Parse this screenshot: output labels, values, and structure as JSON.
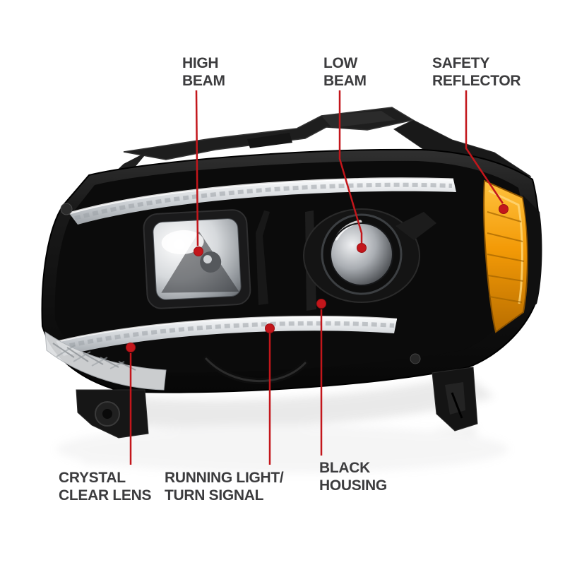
{
  "page": {
    "title": "Headlight feature callout diagram"
  },
  "colors": {
    "callout_red": "#c3161b",
    "label_text": "#3c3c3e",
    "background": "#ffffff",
    "amber_reflector": "#f39a07",
    "housing_black": "#121212",
    "chrome": "#cfd3d7"
  },
  "callouts": [
    {
      "id": "high-beam",
      "line1": "HIGH",
      "line2": "BEAM"
    },
    {
      "id": "low-beam",
      "line1": "LOW",
      "line2": "BEAM"
    },
    {
      "id": "safety-reflector",
      "line1": "SAFETY",
      "line2": "REFLECTOR"
    },
    {
      "id": "crystal-clear-lens",
      "line1": "CRYSTAL",
      "line2": "CLEAR LENS"
    },
    {
      "id": "running-light",
      "line1": "RUNNING LIGHT/",
      "line2": "TURN SIGNAL"
    },
    {
      "id": "black-housing",
      "line1": "BLACK",
      "line2": "HOUSING"
    }
  ]
}
